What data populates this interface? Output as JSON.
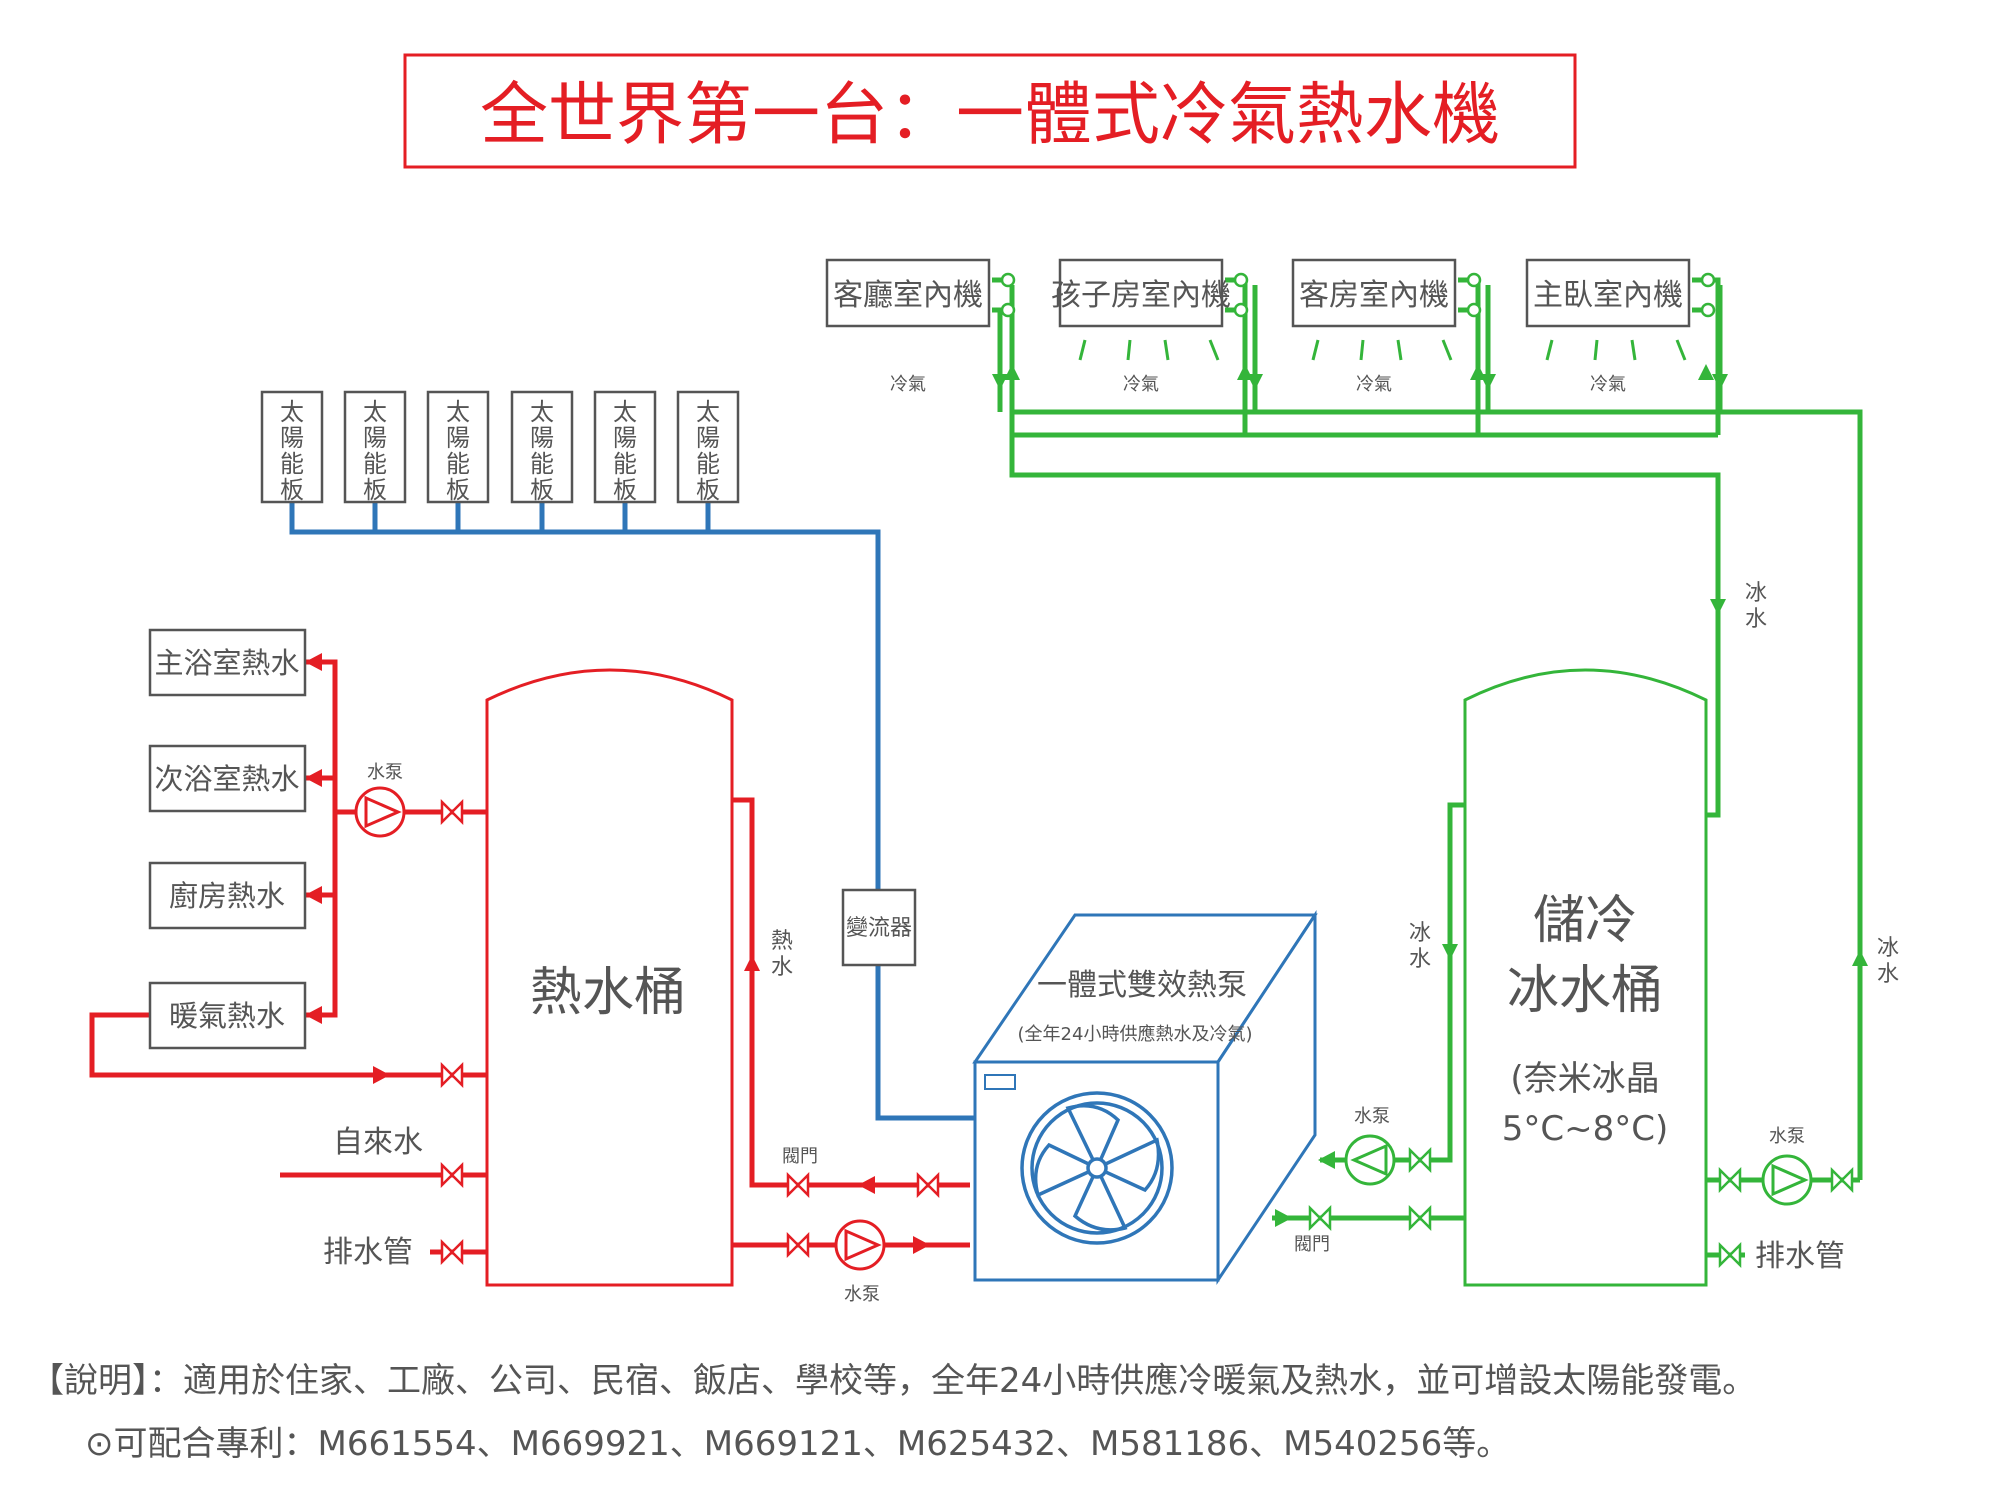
{
  "title": "全世界第一台：一體式冷氣熱水機",
  "indoor_units": [
    "客廳室內機",
    "孩子房室內機",
    "客房室內機",
    "主臥室內機"
  ],
  "cold_air_label": "冷氣",
  "solar_panel_label": "太陽能板",
  "outlets": [
    "主浴室熱水",
    "次浴室熱水",
    "廚房熱水",
    "暖氣熱水"
  ],
  "tap_water": "自來水",
  "drain": "排水管",
  "pump": "水泵",
  "valve": "閥門",
  "hot_tank": "熱水桶",
  "hot_water": "熱水",
  "inverter": "變流器",
  "heat_pump": {
    "title": "一體式雙效熱泵",
    "subtitle": "(全年24小時供應熱水及冷氣)"
  },
  "ice_water": "冰水",
  "cold_tank": {
    "title_line1": "儲冷",
    "title_line2": "冰水桶",
    "line3": "(奈米冰晶",
    "line4": "5°C~8°C)"
  },
  "note_line1": "【說明】：適用於住家、工廠、公司、民宿、飯店、學校等，全年24小時供應冷暖氣及熱水，並可增設太陽能發電。",
  "note_line2": "⊙可配合專利：M661554、M669921、M669121、M625432、M581186、M540256等。",
  "colors": {
    "hot": "#e41e24",
    "cold": "#34b53a",
    "solar": "#2f76b8",
    "heat_pump": "#2f76b8",
    "box": "#555555",
    "text": "#333333"
  }
}
